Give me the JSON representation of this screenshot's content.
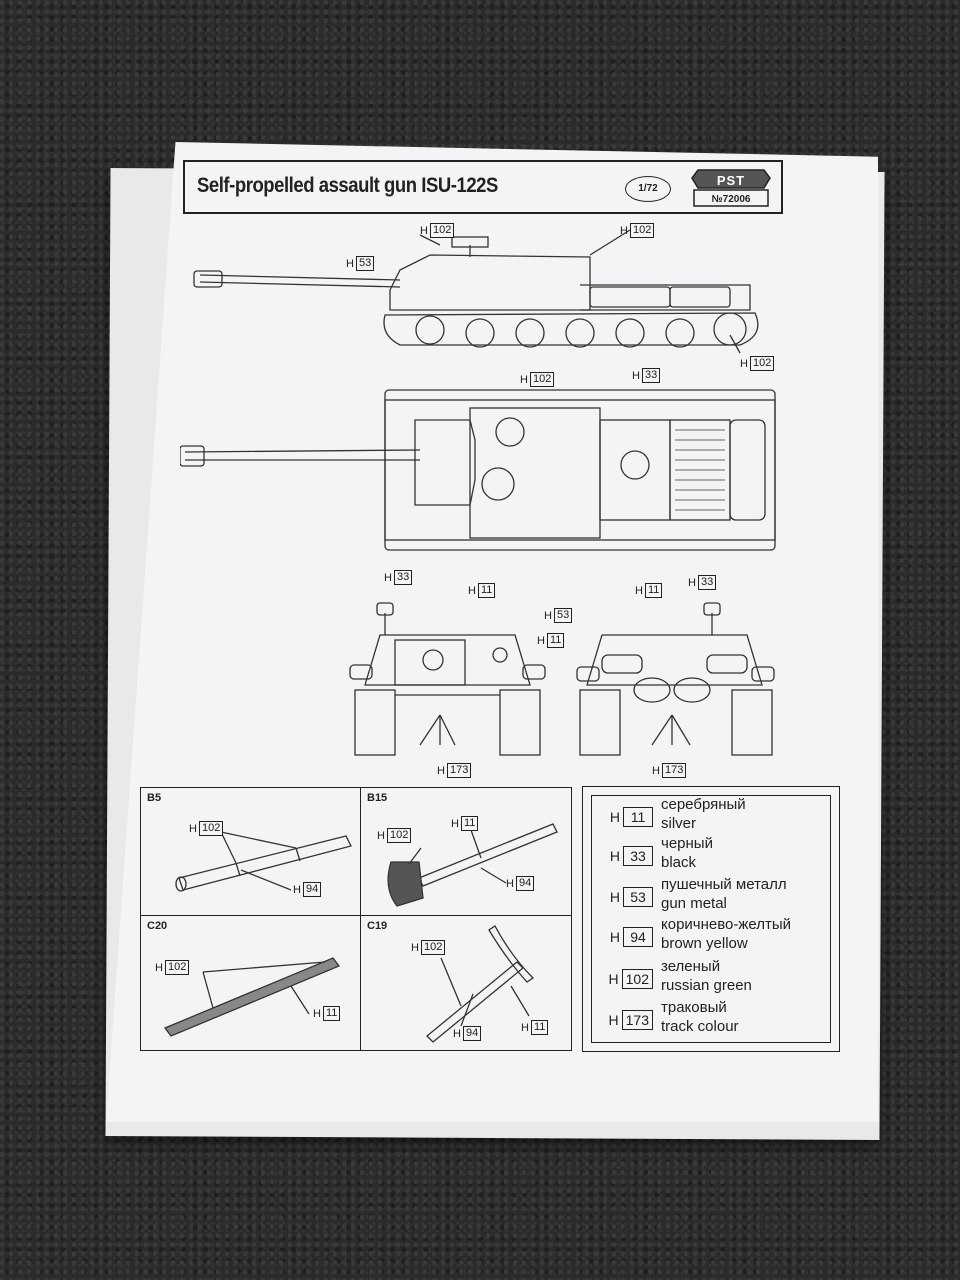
{
  "header": {
    "title": "Self-propelled assault gun ISU-122S",
    "scale": "1/72",
    "brand": "PST",
    "catalog_number": "№72006"
  },
  "side_view": {
    "callouts": [
      {
        "prefix": "H",
        "code": "102"
      },
      {
        "prefix": "H",
        "code": "53"
      },
      {
        "prefix": "H",
        "code": "102"
      },
      {
        "prefix": "H",
        "code": "102"
      }
    ]
  },
  "top_view": {
    "callouts": [
      {
        "prefix": "H",
        "code": "102"
      },
      {
        "prefix": "H",
        "code": "33"
      }
    ]
  },
  "front_view": {
    "callouts": [
      {
        "prefix": "H",
        "code": "33"
      },
      {
        "prefix": "H",
        "code": "11"
      },
      {
        "prefix": "H",
        "code": "11"
      },
      {
        "prefix": "H",
        "code": "173"
      }
    ]
  },
  "rear_view": {
    "callouts": [
      {
        "prefix": "H",
        "code": "11"
      },
      {
        "prefix": "H",
        "code": "33"
      },
      {
        "prefix": "H",
        "code": "53"
      },
      {
        "prefix": "H",
        "code": "173"
      }
    ]
  },
  "parts": [
    {
      "label": "B5",
      "callouts": [
        {
          "prefix": "H",
          "code": "102"
        },
        {
          "prefix": "H",
          "code": "94"
        }
      ]
    },
    {
      "label": "B15",
      "callouts": [
        {
          "prefix": "H",
          "code": "102"
        },
        {
          "prefix": "H",
          "code": "11"
        },
        {
          "prefix": "H",
          "code": "94"
        }
      ]
    },
    {
      "label": "C20",
      "callouts": [
        {
          "prefix": "H",
          "code": "102"
        },
        {
          "prefix": "H",
          "code": "11"
        }
      ]
    },
    {
      "label": "C19",
      "callouts": [
        {
          "prefix": "H",
          "code": "102"
        },
        {
          "prefix": "H",
          "code": "94"
        },
        {
          "prefix": "H",
          "code": "11"
        }
      ]
    }
  ],
  "legend": [
    {
      "prefix": "H",
      "code": "11",
      "ru": "серебряный",
      "en": "silver"
    },
    {
      "prefix": "H",
      "code": "33",
      "ru": "черный",
      "en": "black"
    },
    {
      "prefix": "H",
      "code": "53",
      "ru": "пушечный металл",
      "en": "gun metal"
    },
    {
      "prefix": "H",
      "code": "94",
      "ru": "коричнево-желтый",
      "en": "brown yellow"
    },
    {
      "prefix": "H",
      "code": "102",
      "ru": "зеленый",
      "en": "russian green"
    },
    {
      "prefix": "H",
      "code": "173",
      "ru": "траковый",
      "en": "track colour"
    }
  ],
  "colors": {
    "background": "#2b2b2b",
    "paper": "#f4f4f6",
    "ink": "#222222"
  }
}
